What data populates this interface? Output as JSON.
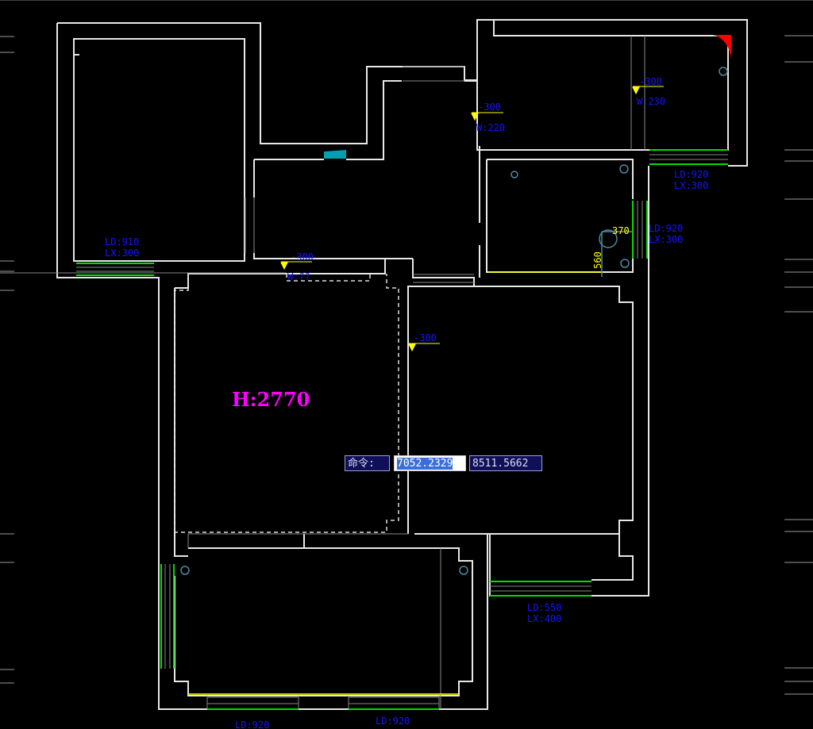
{
  "plan": {
    "room_height": "H:2770",
    "levels": [
      {
        "level": "-300",
        "width": "W:220"
      },
      {
        "level": "-300",
        "width": "W:230"
      },
      {
        "level": "-300",
        "width": "W:??"
      },
      {
        "level": "-300"
      }
    ],
    "windows": [
      {
        "ld": "LD:910",
        "lx": "LX:300"
      },
      {
        "ld": "LD:920",
        "lx": "LX:300"
      },
      {
        "ld": "LD:920",
        "lx": "LX:300"
      },
      {
        "ld": "LD:550",
        "lx": "LX:400"
      },
      {
        "ld": "LD:920"
      },
      {
        "ld": "LD:920"
      }
    ],
    "dims": {
      "a": "370",
      "b": "560"
    }
  },
  "command": {
    "label": "命令:",
    "x_value": "7052.2329",
    "y_value": "8511.5662"
  },
  "colors": {
    "wall": "#ffffff",
    "window": "#00cc00",
    "label": "#1515ff",
    "level": "#ffff00",
    "height": "#ff00ff"
  }
}
